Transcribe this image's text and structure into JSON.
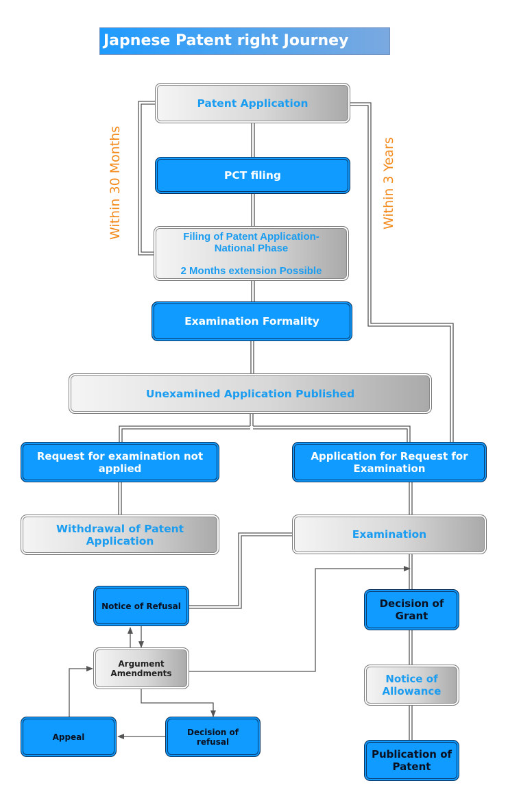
{
  "title": "Japnese Patent right  Journey",
  "annotations": {
    "left_timeframe": "Within 30 Months",
    "right_timeframe": "Within 3 Years"
  },
  "colors": {
    "accent_blue": "#0f9bff",
    "grey_box_text": "#1a9cf0",
    "annotation_orange": "#f28a1c"
  },
  "nodes": {
    "patent_application": "Patent Application",
    "pct_filing": "PCT filing",
    "national_phase_line1": "Filing of Patent Application-",
    "national_phase_line2": "National Phase",
    "national_phase_note": "2 Months extension Possible",
    "examination_formality": "Examination Formality",
    "unexamined_published": "Unexamined Application Published",
    "request_not_applied": "Request for examination not applied",
    "request_for_examination": "Application for Request for Examination",
    "withdrawal": "Withdrawal of Patent Application",
    "examination": "Examination",
    "notice_of_refusal": "Notice of Refusal",
    "argument_line1": "Argument",
    "argument_line2": "Amendments",
    "appeal": "Appeal",
    "decision_of_refusal": "Decision of refusal",
    "decision_of_grant": "Decision of Grant",
    "notice_of_allowance": "Notice of Allowance",
    "publication": "Publication of Patent"
  }
}
